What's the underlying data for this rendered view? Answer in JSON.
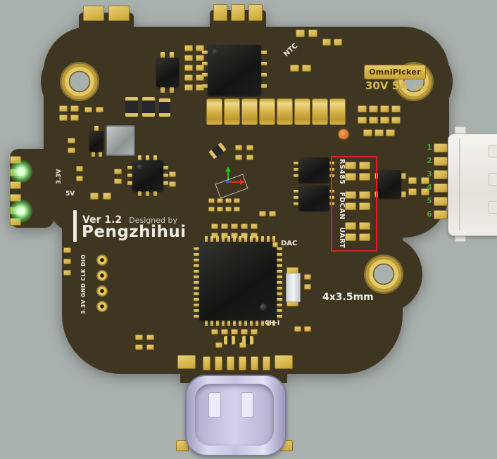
{
  "board": {
    "badge_label": "OmniPicker",
    "power_rating": "30V 5A",
    "power_rating_suffix": "max",
    "ntc_label": "NTC",
    "version": "Ver 1.2",
    "designed_by": "Designed by",
    "designer": "Pengzhihui",
    "interface_label": "RS485 FDCAN UART",
    "rail_3v3": "3.3V",
    "rail_5v": "5V",
    "dac_label": "DAC",
    "channel_label": "CH-I",
    "mounting_spec": "4x3.5mm",
    "debug_pads_label": "3.3V GND CLK DIO",
    "connector_pin_numbers": [
      "1",
      "2",
      "3",
      "4",
      "5",
      "6"
    ]
  },
  "colors": {
    "background": "#a9b1ae",
    "board": "#3f3622",
    "pad_gold": "#d9b94e",
    "silkscreen": "#edeae0",
    "gold_text": "#d8b94c",
    "annotation_red": "#e01f1f",
    "led_green": "#6ee66e",
    "pin_number_green": "#44a83c",
    "usb_shell": "#cfcce8"
  }
}
